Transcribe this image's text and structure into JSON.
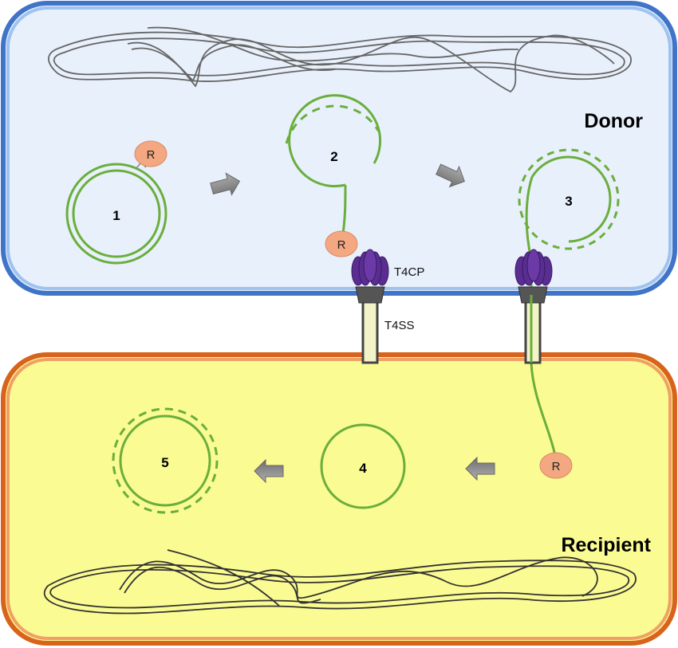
{
  "cells": {
    "donor": {
      "label": "Donor",
      "fill": "#e8f0fb",
      "border_outer": "#3f74c9",
      "border_inner": "#9fc3ef"
    },
    "recipient": {
      "label": "Recipient",
      "fill": "#fbfb93",
      "border_outer": "#d8631c",
      "border_inner": "#f0a066"
    }
  },
  "steps": [
    "1",
    "2",
    "3",
    "4",
    "5"
  ],
  "relaxase_label": "R",
  "systems": {
    "coupling_protein": "T4CP",
    "secretion_system": "T4SS"
  },
  "colors": {
    "plasmid": "#6aae3c",
    "relaxase": "#f4a882",
    "t4cp": "#5a2d91",
    "t4ss": "#555555",
    "arrow": "#8c8c8c",
    "chromosome": "#555555"
  }
}
